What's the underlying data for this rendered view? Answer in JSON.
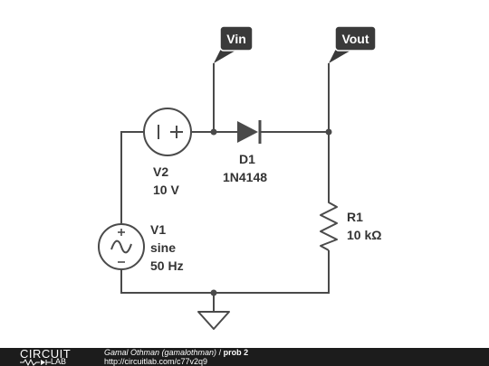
{
  "probes": {
    "vin": "Vin",
    "vout": "Vout"
  },
  "components": {
    "v2": {
      "name": "V2",
      "value": "10 V"
    },
    "d1": {
      "name": "D1",
      "part": "1N4148"
    },
    "v1": {
      "name": "V1",
      "type": "sine",
      "freq": "50 Hz"
    },
    "r1": {
      "name": "R1",
      "value": "10 kΩ"
    }
  },
  "footer": {
    "logo_top": "CIRCUIT",
    "logo_bottom": "LAB",
    "author": "Gamal Othman (gamalothman)",
    "separator": " / ",
    "title": "prob 2",
    "url": "http://circuitlab.com/c77v2q9"
  },
  "colors": {
    "wire": "#4a4a4a",
    "probe_bg": "#3a3a3a",
    "footer_bg": "#1c1c1c"
  }
}
